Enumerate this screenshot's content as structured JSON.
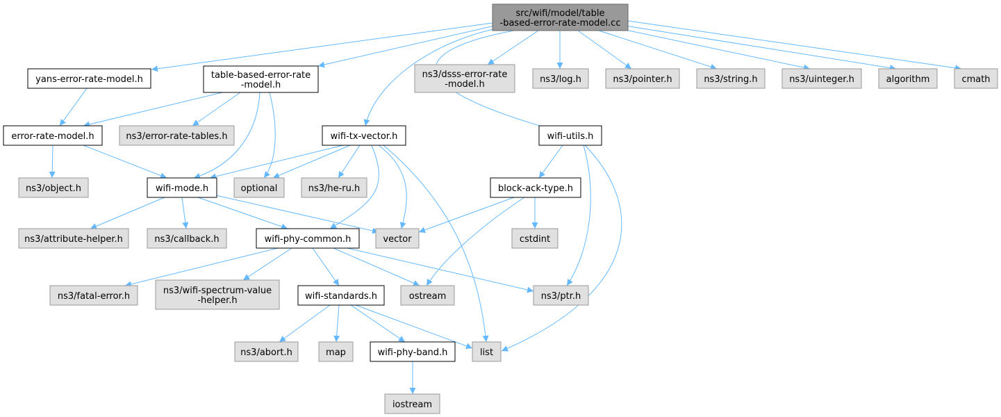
{
  "diagram": {
    "type": "include-dependency-graph",
    "colors": {
      "root_fill": "#999999",
      "local_fill": "#ffffff",
      "external_fill": "#e0e0e0",
      "edge": "#63b8ff"
    },
    "nodes": [
      {
        "id": "root",
        "lines": [
          "src/wifi/model/table",
          "-based-error-rate-model.cc"
        ],
        "kind": "root"
      },
      {
        "id": "yans",
        "lines": [
          "yans-error-rate-model.h"
        ],
        "kind": "local"
      },
      {
        "id": "tberm",
        "lines": [
          "table-based-error-rate",
          "-model.h"
        ],
        "kind": "local"
      },
      {
        "id": "dsss",
        "lines": [
          "ns3/dsss-error-rate",
          "-model.h"
        ],
        "kind": "external"
      },
      {
        "id": "log",
        "lines": [
          "ns3/log.h"
        ],
        "kind": "external"
      },
      {
        "id": "pointer",
        "lines": [
          "ns3/pointer.h"
        ],
        "kind": "external"
      },
      {
        "id": "string",
        "lines": [
          "ns3/string.h"
        ],
        "kind": "external"
      },
      {
        "id": "uinteger",
        "lines": [
          "ns3/uinteger.h"
        ],
        "kind": "external"
      },
      {
        "id": "algorithm",
        "lines": [
          "algorithm"
        ],
        "kind": "external"
      },
      {
        "id": "cmath",
        "lines": [
          "cmath"
        ],
        "kind": "external"
      },
      {
        "id": "erm",
        "lines": [
          "error-rate-model.h"
        ],
        "kind": "local"
      },
      {
        "id": "ert",
        "lines": [
          "ns3/error-rate-tables.h"
        ],
        "kind": "external"
      },
      {
        "id": "txvec",
        "lines": [
          "wifi-tx-vector.h"
        ],
        "kind": "local"
      },
      {
        "id": "utils",
        "lines": [
          "wifi-utils.h"
        ],
        "kind": "local"
      },
      {
        "id": "object",
        "lines": [
          "ns3/object.h"
        ],
        "kind": "external"
      },
      {
        "id": "mode",
        "lines": [
          "wifi-mode.h"
        ],
        "kind": "local"
      },
      {
        "id": "optional",
        "lines": [
          "optional"
        ],
        "kind": "external"
      },
      {
        "id": "heru",
        "lines": [
          "ns3/he-ru.h"
        ],
        "kind": "external"
      },
      {
        "id": "bat",
        "lines": [
          "block-ack-type.h"
        ],
        "kind": "local"
      },
      {
        "id": "attr",
        "lines": [
          "ns3/attribute-helper.h"
        ],
        "kind": "external"
      },
      {
        "id": "callback",
        "lines": [
          "ns3/callback.h"
        ],
        "kind": "external"
      },
      {
        "id": "common",
        "lines": [
          "wifi-phy-common.h"
        ],
        "kind": "local"
      },
      {
        "id": "vector",
        "lines": [
          "vector"
        ],
        "kind": "external"
      },
      {
        "id": "cstdint",
        "lines": [
          "cstdint"
        ],
        "kind": "external"
      },
      {
        "id": "fatal",
        "lines": [
          "ns3/fatal-error.h"
        ],
        "kind": "external"
      },
      {
        "id": "spectrum",
        "lines": [
          "ns3/wifi-spectrum-value",
          "-helper.h"
        ],
        "kind": "external"
      },
      {
        "id": "standards",
        "lines": [
          "wifi-standards.h"
        ],
        "kind": "local"
      },
      {
        "id": "ostream",
        "lines": [
          "ostream"
        ],
        "kind": "external"
      },
      {
        "id": "ptr",
        "lines": [
          "ns3/ptr.h"
        ],
        "kind": "external"
      },
      {
        "id": "abort",
        "lines": [
          "ns3/abort.h"
        ],
        "kind": "external"
      },
      {
        "id": "map",
        "lines": [
          "map"
        ],
        "kind": "external"
      },
      {
        "id": "band",
        "lines": [
          "wifi-phy-band.h"
        ],
        "kind": "local"
      },
      {
        "id": "list",
        "lines": [
          "list"
        ],
        "kind": "external"
      },
      {
        "id": "iostream",
        "lines": [
          "iostream"
        ],
        "kind": "external"
      }
    ],
    "edges": [
      [
        "root",
        "yans"
      ],
      [
        "root",
        "tberm"
      ],
      [
        "root",
        "dsss"
      ],
      [
        "root",
        "log"
      ],
      [
        "root",
        "pointer"
      ],
      [
        "root",
        "string"
      ],
      [
        "root",
        "uinteger"
      ],
      [
        "root",
        "algorithm"
      ],
      [
        "root",
        "cmath"
      ],
      [
        "root",
        "txvec"
      ],
      [
        "root",
        "utils"
      ],
      [
        "yans",
        "erm"
      ],
      [
        "tberm",
        "erm"
      ],
      [
        "tberm",
        "ert"
      ],
      [
        "tberm",
        "mode"
      ],
      [
        "tberm",
        "optional"
      ],
      [
        "erm",
        "object"
      ],
      [
        "erm",
        "mode"
      ],
      [
        "txvec",
        "mode"
      ],
      [
        "txvec",
        "optional"
      ],
      [
        "txvec",
        "heru"
      ],
      [
        "txvec",
        "common"
      ],
      [
        "txvec",
        "vector"
      ],
      [
        "txvec",
        "list"
      ],
      [
        "utils",
        "bat"
      ],
      [
        "utils",
        "ptr"
      ],
      [
        "utils",
        "list"
      ],
      [
        "mode",
        "attr"
      ],
      [
        "mode",
        "callback"
      ],
      [
        "mode",
        "common"
      ],
      [
        "mode",
        "vector"
      ],
      [
        "bat",
        "vector"
      ],
      [
        "bat",
        "cstdint"
      ],
      [
        "bat",
        "ostream"
      ],
      [
        "common",
        "fatal"
      ],
      [
        "common",
        "spectrum"
      ],
      [
        "common",
        "standards"
      ],
      [
        "common",
        "ostream"
      ],
      [
        "common",
        "ptr"
      ],
      [
        "standards",
        "abort"
      ],
      [
        "standards",
        "map"
      ],
      [
        "standards",
        "band"
      ],
      [
        "standards",
        "list"
      ],
      [
        "band",
        "iostream"
      ]
    ]
  }
}
